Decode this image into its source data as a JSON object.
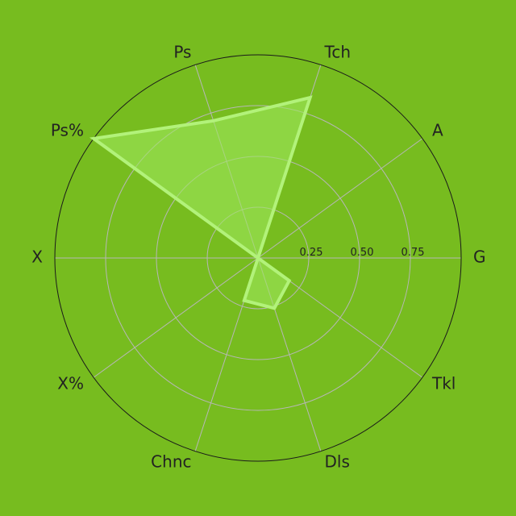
{
  "chart_data": {
    "type": "radar",
    "axes": [
      "G",
      "A",
      "Tch",
      "Ps",
      "Ps%",
      "X",
      "X%",
      "Chnc",
      "Dls",
      "Tkl"
    ],
    "series": [
      {
        "values": [
          0.0,
          0.0,
          0.83,
          0.71,
          1.0,
          0.0,
          0.0,
          0.22,
          0.26,
          0.19
        ]
      }
    ],
    "ring_ticks": [
      0.25,
      0.5,
      0.75
    ],
    "ring_tick_labels": [
      "0.25",
      "0.50",
      "0.75"
    ],
    "rlim": [
      0,
      1
    ],
    "grid": true,
    "colors": {
      "background": "#77bc1f",
      "fill": "#9ee85c",
      "stroke": "#b2f27a",
      "grid": "#b7b7b7",
      "outer": "#1a1a1a",
      "text": "#222222"
    }
  }
}
